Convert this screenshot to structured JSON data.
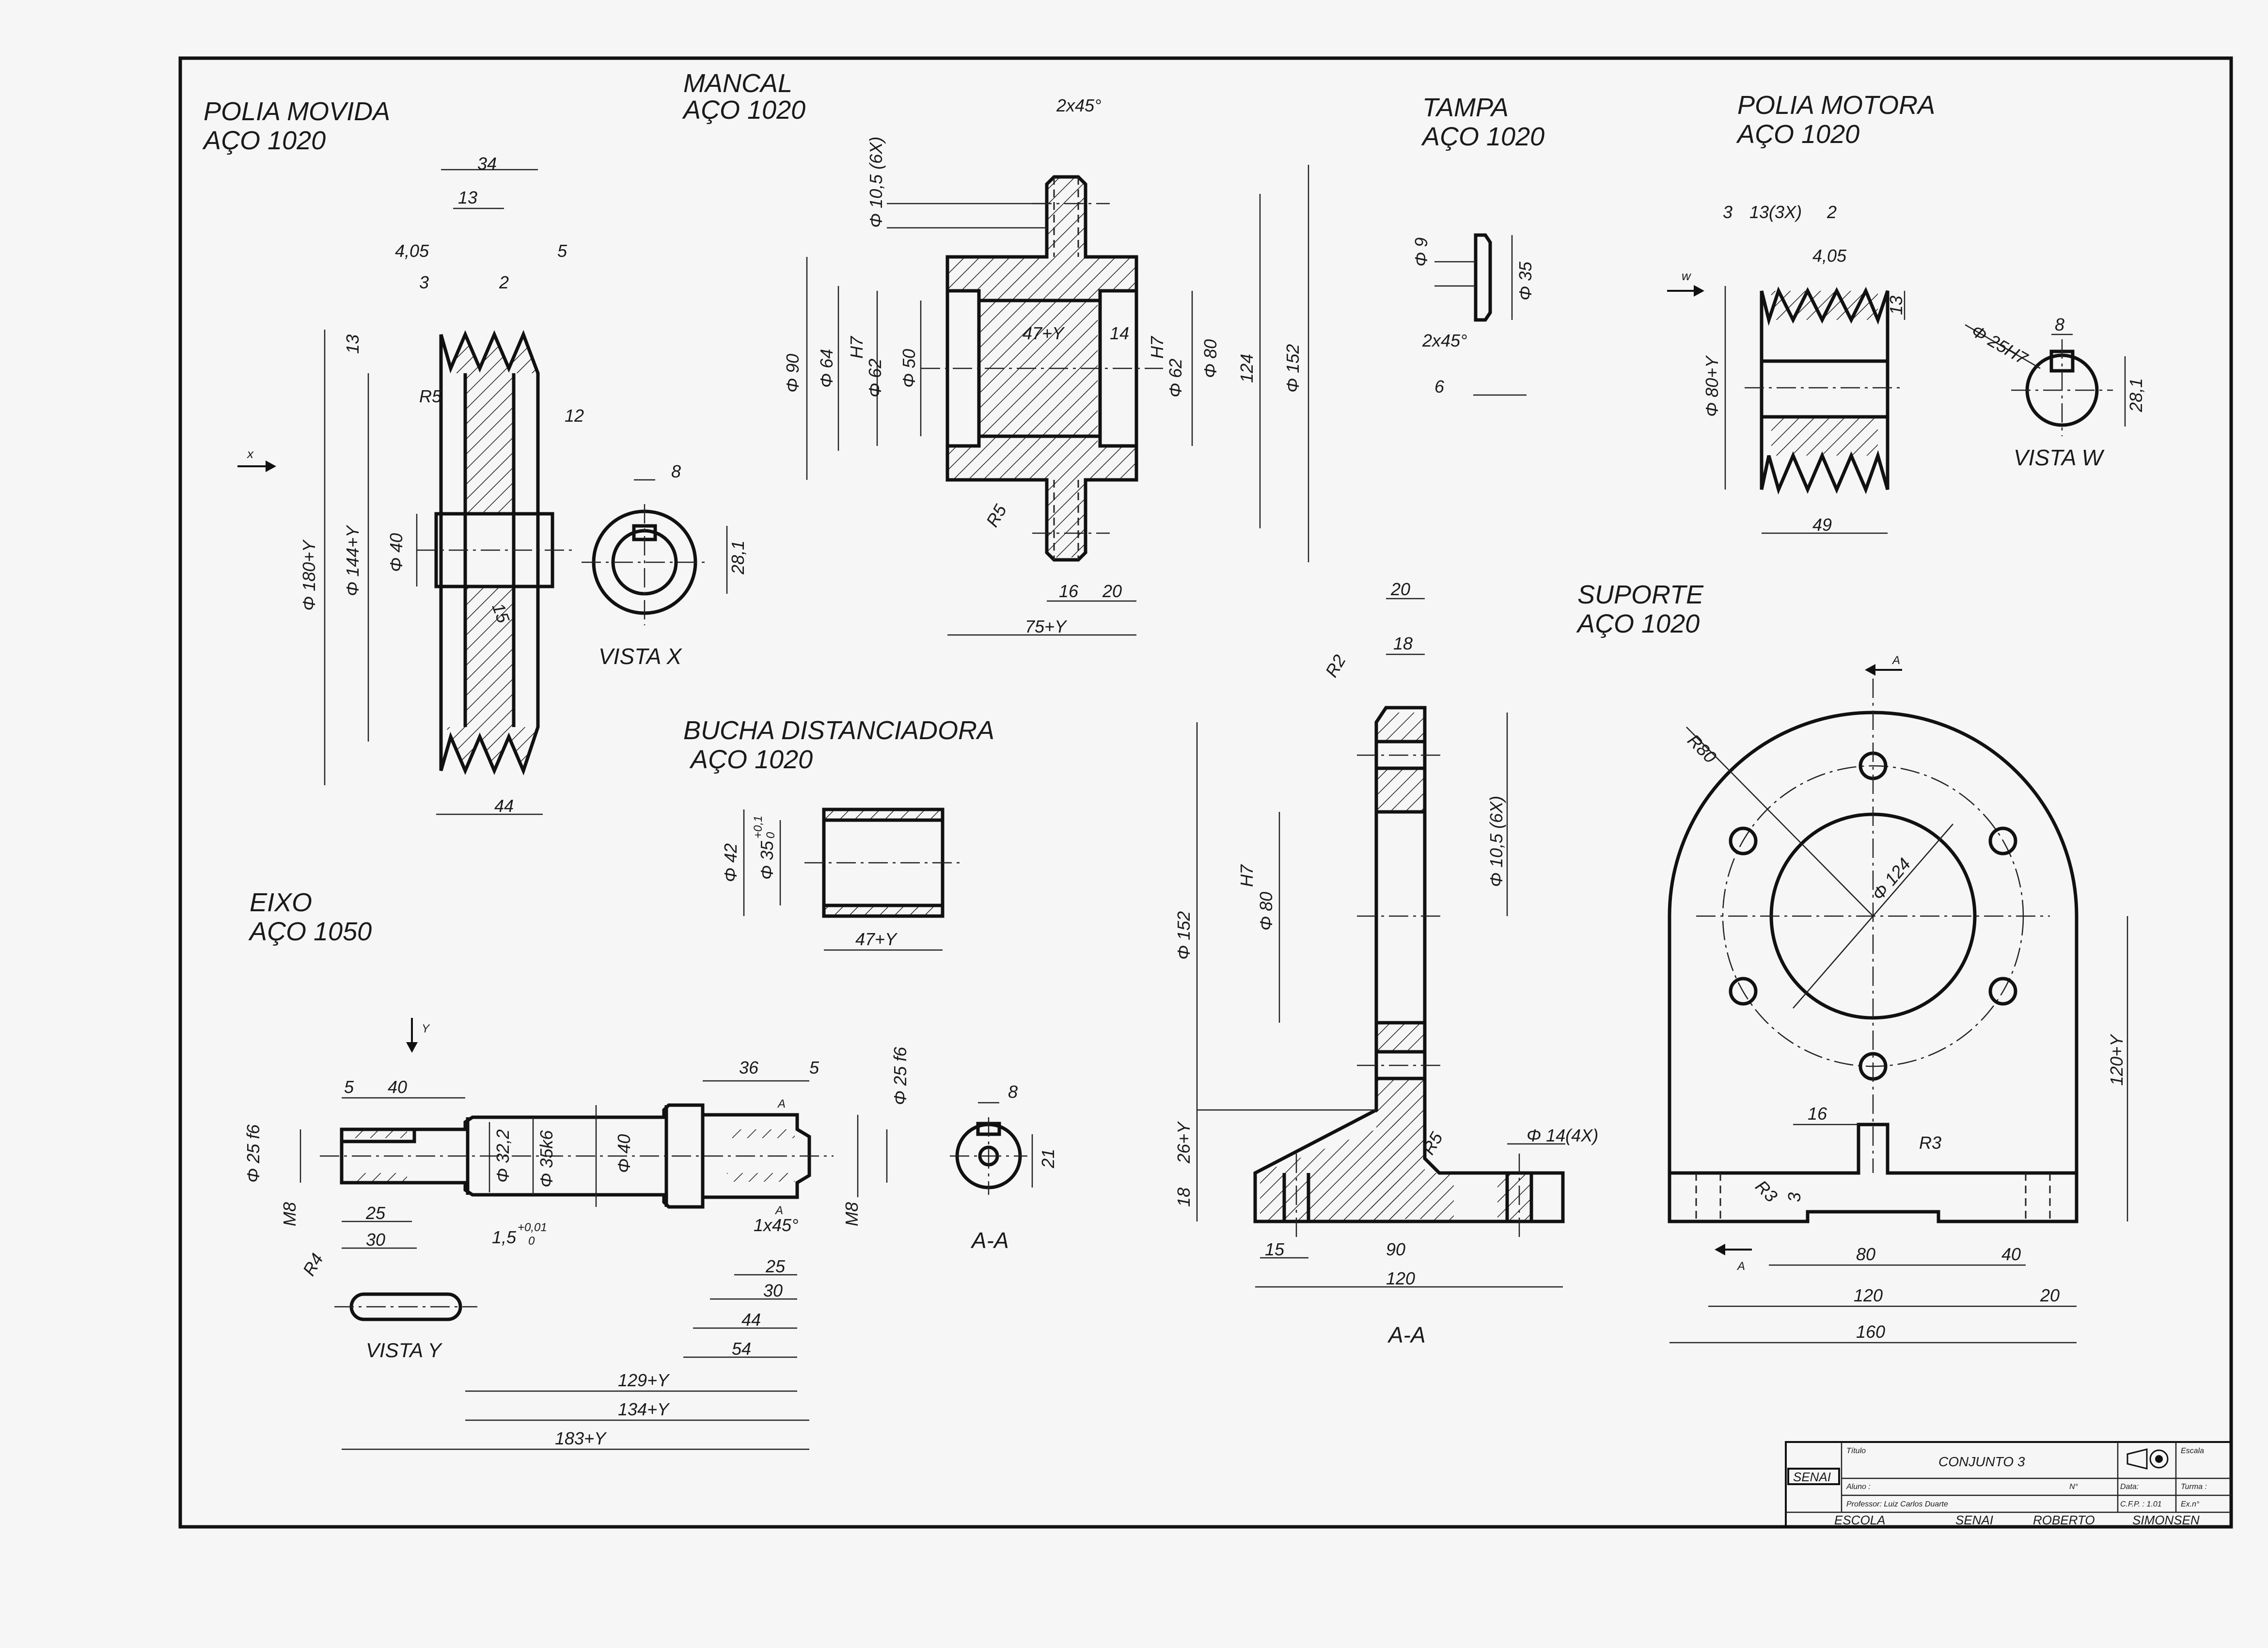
{
  "parts": {
    "polia_movida": {
      "title": "POLIA  MOVIDA",
      "material": "AÇO 1020",
      "dims": [
        "34",
        "13",
        "4,05",
        "5",
        "3",
        "2",
        "13",
        "R5",
        "12",
        "Φ 180+Y",
        "Φ 144+Y",
        "Φ 40",
        "15",
        "44"
      ]
    },
    "vista_x": {
      "label": "VISTA X",
      "dims": [
        "8",
        "28,1"
      ],
      "arrow": "x"
    },
    "mancal": {
      "title": "MANCAL",
      "material": "AÇO 1020",
      "dims": [
        "2x45°",
        "Φ 10,5 (6X)",
        "Φ 90",
        "Φ 64",
        "H7",
        "Φ 62",
        "Φ 50",
        "47+Y",
        "14",
        "H7",
        "Φ 62",
        "Φ 80",
        "124",
        "Φ 152",
        "R5",
        "16",
        "20",
        "75+Y"
      ]
    },
    "tampa": {
      "title": "TAMPA",
      "material": "AÇO 1020",
      "dims": [
        "Φ 9",
        "Φ 35",
        "2x45°",
        "6"
      ]
    },
    "polia_motora": {
      "title": "POLIA   MOTORA",
      "material": "AÇO 1020",
      "dims": [
        "3",
        "13(3X)",
        "2",
        "4,05",
        "13",
        "Φ 80+Y",
        "49"
      ],
      "arrow": "w"
    },
    "vista_w": {
      "label": "VISTA W",
      "dims": [
        "8",
        "Φ 25H7",
        "28,1"
      ]
    },
    "bucha": {
      "title": "BUCHA  DISTANCIADORA",
      "material": "AÇO 1020",
      "dims": [
        "Φ 42",
        "Φ 35",
        "+0,1",
        "0",
        "47+Y"
      ]
    },
    "suporte": {
      "title": "SUPORTE",
      "material": "AÇO 1020"
    },
    "suporte_section": {
      "label": "A-A",
      "dims": [
        "20",
        "18",
        "R2",
        "Φ 10,5 (6X)",
        "H7",
        "Φ 80",
        "Φ 152",
        "26+Y",
        "18",
        "R5",
        "Φ 14(4X)",
        "15",
        "90",
        "120"
      ]
    },
    "suporte_front": {
      "arrow": "A",
      "dims": [
        "R80",
        "Φ 124",
        "120+Y",
        "16",
        "R3",
        "R3",
        "3",
        "80",
        "40",
        "120",
        "20",
        "160"
      ]
    },
    "eixo": {
      "title": "EIXO",
      "material": "AÇO 1050",
      "arrow": "Y",
      "dims": [
        "5",
        "40",
        "Φ 25 f6",
        "M8",
        "25",
        "30",
        "Φ 32,2",
        "Φ 35k6",
        "1,5",
        "+0,01",
        "0",
        "Φ 40",
        "36",
        "5",
        "A",
        "A",
        "1x45°",
        "M8",
        "Φ 25 f6",
        "25",
        "30",
        "44",
        "54",
        "129+Y",
        "134+Y",
        "183+Y"
      ]
    },
    "eixo_section": {
      "label": "A-A",
      "dims": [
        "8",
        "21"
      ]
    },
    "vista_y": {
      "label": "VISTA Y",
      "dims": [
        "R4"
      ]
    }
  },
  "title_block": {
    "logo": "SENAI",
    "titulo_label": "Título",
    "title": "CONJUNTO 3",
    "escala_label": "Escala",
    "aluno_label": "Aluno :",
    "numero_label": "N°",
    "data_label": "Data:",
    "turma_label": "Turma :",
    "professor": "Professor:  Luiz  Carlos  Duarte",
    "cfp": "C.F.P. : 1.01",
    "exn": "Ex.n°",
    "school": [
      "ESCOLA",
      "SENAI",
      "ROBERTO",
      "SIMONSEN"
    ]
  }
}
